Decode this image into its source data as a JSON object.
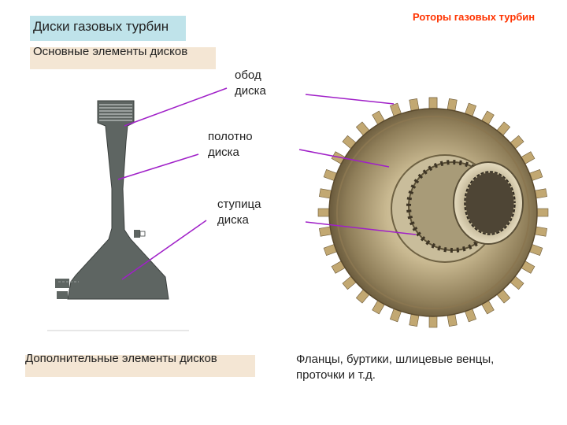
{
  "header": {
    "title": "Роторы газовых турбин"
  },
  "title_box": {
    "text": "Диски газовых турбин"
  },
  "main_elements_box": {
    "text": "Основные элементы дисков"
  },
  "labels": {
    "rim": "обод диска",
    "web": "полотно диска",
    "hub": "ступица диска"
  },
  "additional_box": {
    "text": "Дополнительные элементы дисков"
  },
  "additional_desc": {
    "text": "Фланцы, буртики, шлицевые венцы, проточки и т.д."
  },
  "colors": {
    "header": "#ff3300",
    "title_box": "#bfe3ea",
    "label_box": "#f4e6d4",
    "leader_line": "#a020c8",
    "section": "#59605d"
  }
}
